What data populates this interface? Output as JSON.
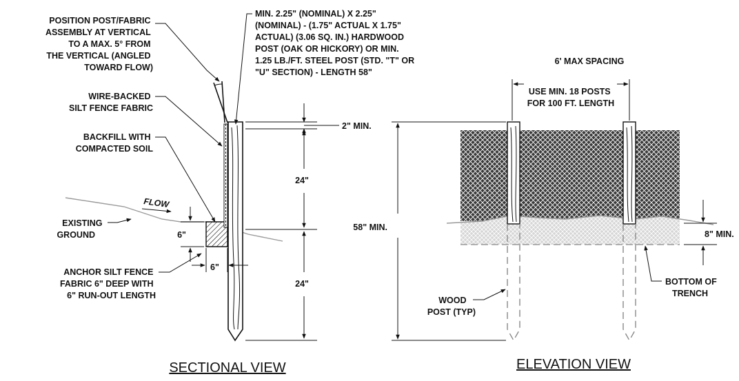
{
  "colors": {
    "ink": "#111111",
    "ground_line": "#9a9a9a",
    "fabric_hatch": "#222222",
    "backfill_hatch": "#b8b8b8",
    "post_fill": "#ffffff"
  },
  "sectional": {
    "labels": {
      "position_post": [
        "POSITION POST/FABRIC",
        "ASSEMBLY AT VERTICAL",
        "TO A MAX. 5° FROM",
        "THE VERTICAL (ANGLED",
        "TOWARD FLOW)"
      ],
      "wire_backed": [
        "WIRE-BACKED",
        "SILT FENCE FABRIC"
      ],
      "backfill": [
        "BACKFILL WITH",
        "COMPACTED SOIL"
      ],
      "flow": "FLOW",
      "existing_ground": [
        "EXISTING",
        "GROUND"
      ],
      "anchor": [
        "ANCHOR SILT FENCE",
        "FABRIC 6\" DEEP WITH",
        "6\" RUN-OUT LENGTH"
      ],
      "post_spec": [
        "MIN. 2.25\" (NOMINAL) X 2.25\"",
        "(NOMINAL) - (1.75\" ACTUAL X 1.75\"",
        "ACTUAL) (3.06 SQ. IN.) HARDWOOD",
        "POST (OAK OR HICKORY) OR MIN.",
        "1.25 LB./FT. STEEL POST (STD. \"T\" OR",
        "\"U\" SECTION) - LENGTH 58\""
      ]
    },
    "dims": {
      "top_min": "2\" MIN.",
      "upper": "24\"",
      "lower": "24\"",
      "anchor_depth": "6\"",
      "runout": "6\""
    },
    "title": "SECTIONAL VIEW"
  },
  "elevation": {
    "labels": {
      "max_spacing": "6' MAX SPACING",
      "use_min": [
        "USE MIN. 18 POSTS",
        "FOR 100 FT. LENGTH"
      ],
      "total_min": "58\" MIN.",
      "trench_min": "8\" MIN.",
      "bottom_trench": [
        "BOTTOM OF",
        "TRENCH"
      ],
      "wood_post": [
        "WOOD",
        "POST (TYP)"
      ]
    },
    "title": "ELEVATION VIEW"
  }
}
